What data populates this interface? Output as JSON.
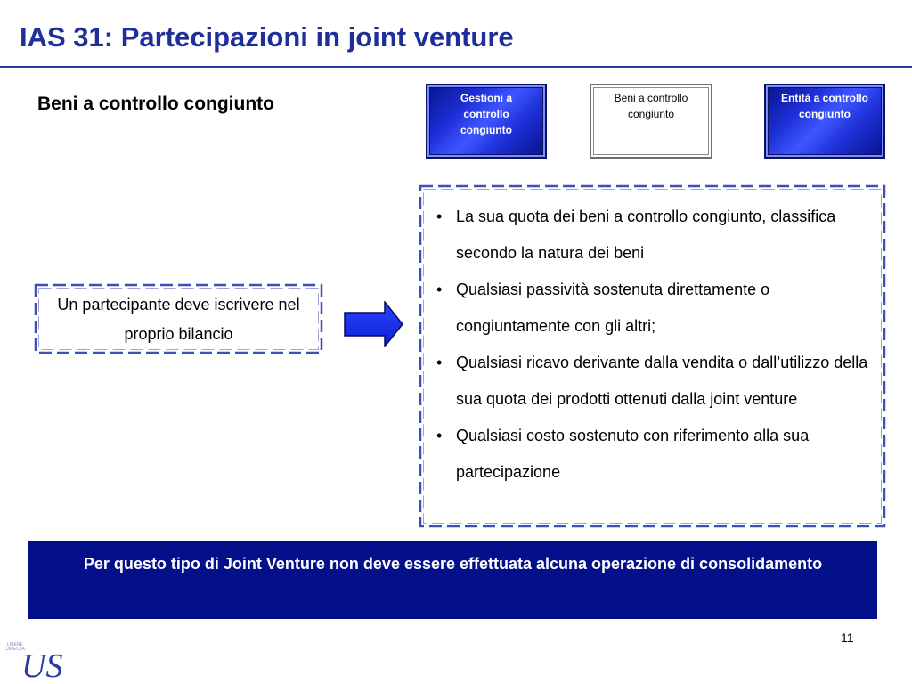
{
  "title": "IAS 31: Partecipazioni in joint venture",
  "subtitle": "Beni a controllo congiunto",
  "tabs": [
    {
      "label": "Gestioni a controllo congiunto",
      "style": "blue"
    },
    {
      "label": "Beni a controllo congiunto",
      "style": "white"
    },
    {
      "label": "Entità a controllo congiunto",
      "style": "blue"
    }
  ],
  "left_box_text": "Un partecipante deve iscrivere nel proprio bilancio",
  "bullets": [
    "La sua quota dei beni a controllo congiunto, classifica secondo la natura dei beni",
    "Qualsiasi passività sostenuta direttamente o congiuntamente con gli altri;",
    "Qualsiasi ricavo derivante dalla vendita o dall’utilizzo della sua quota dei prodotti ottenuti dalla joint venture",
    "Qualsiasi costo sostenuto con riferimento alla sua partecipazione"
  ],
  "banner_text": "Per questo tipo di Joint Venture non deve essere effettuata alcuna operazione di consolidamento",
  "page_number": "11",
  "logo": {
    "small_text": "LIBERE DIRECTA",
    "letters": "US",
    "color": "#2b3a9e",
    "icon": "university-logo-icon"
  },
  "colors": {
    "title": "#1f2f9a",
    "banner": "#040f8a",
    "dash": "#3d4fb8",
    "arrow": "#1730e6"
  }
}
